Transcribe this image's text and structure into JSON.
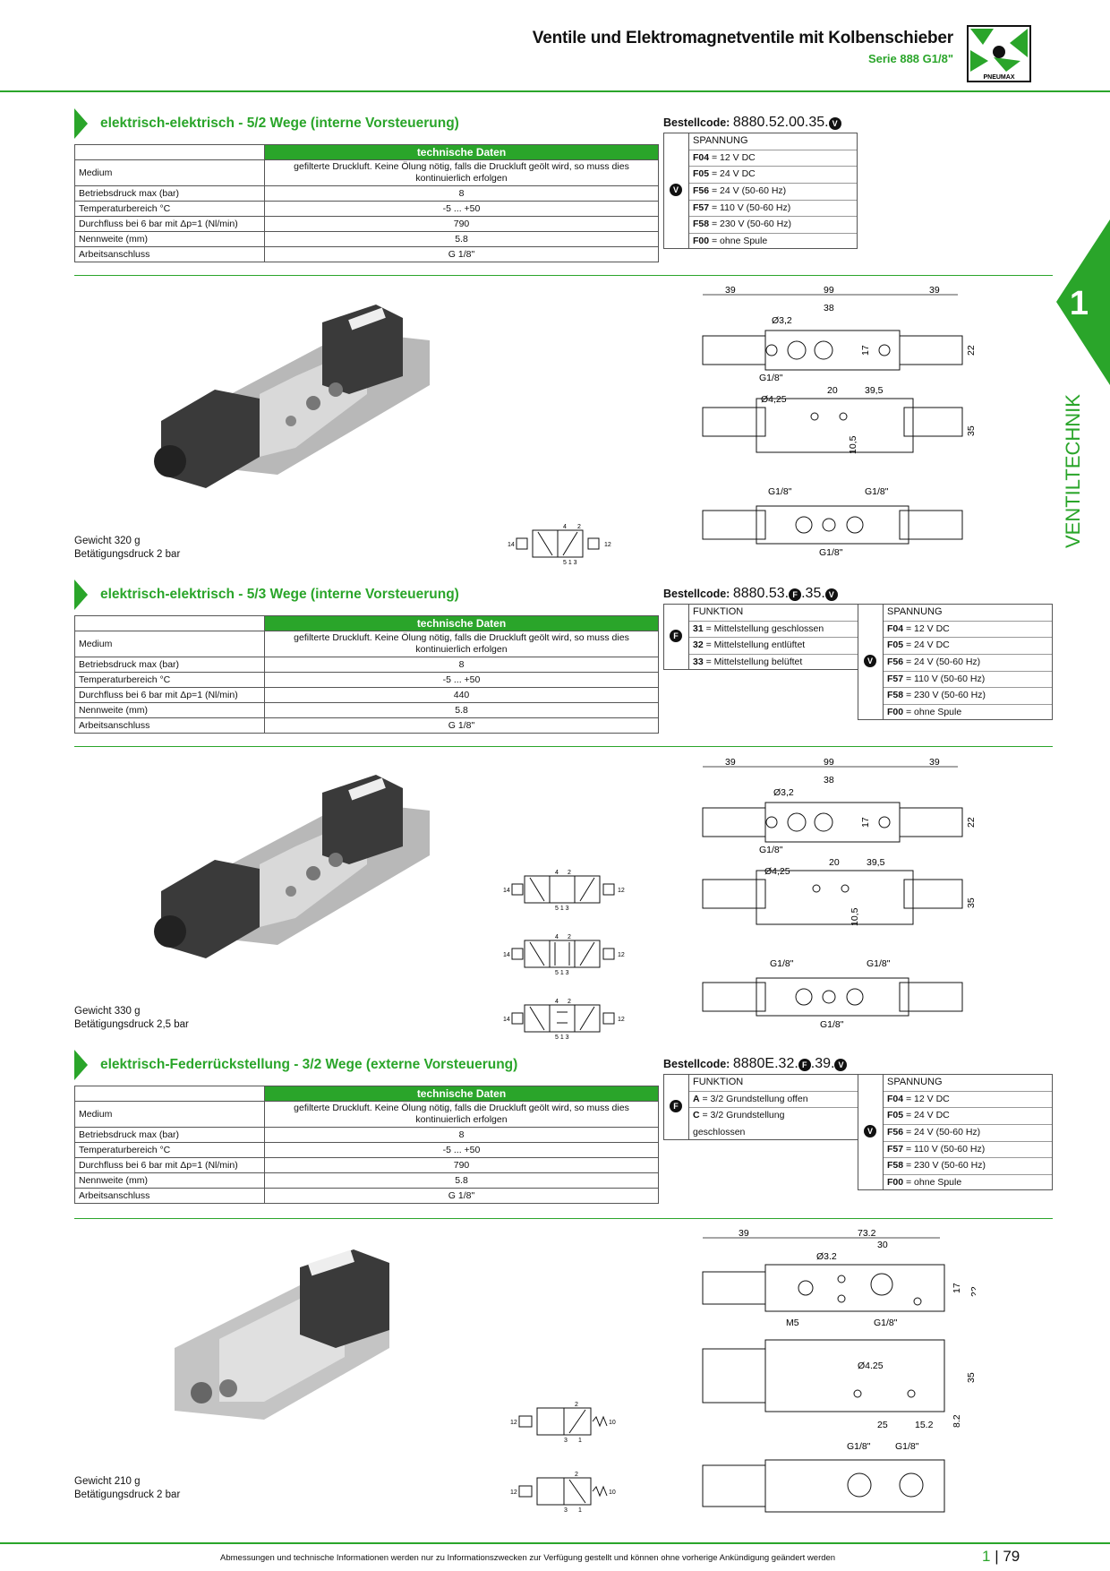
{
  "header": {
    "title": "Ventile und Elektromagnetventile mit Kolbenschieber",
    "subtitle": "Serie 888 G1/8\"",
    "logo_text": "PNEUMAX"
  },
  "tab": {
    "number": "1",
    "label": "VENTILTECHNIK"
  },
  "tech_header": "technische Daten",
  "sections": [
    {
      "title": "elektrisch-elektrisch - 5/2 Wege (interne Vorsteuerung)",
      "order_label": "Bestellcode:",
      "order_code": "8880.52.00.35.",
      "order_marks": [
        "V"
      ],
      "rows": [
        {
          "label": "Medium",
          "value": "gefilterte Druckluft. Keine Ölung nötig, falls die Druckluft geölt wird, so muss dies kontinuierlich erfolgen"
        },
        {
          "label": "Betriebsdruck max (bar)",
          "value": "8"
        },
        {
          "label": "Temperaturbereich °C",
          "value": "-5 ... +50"
        },
        {
          "label": "Durchfluss bei 6 bar mit Δp=1 (Nl/min)",
          "value": "790"
        },
        {
          "label": "Nennweite (mm)",
          "value": "5.8"
        },
        {
          "label": "Arbeitsanschluss",
          "value": "G 1/8\""
        }
      ],
      "weight": "Gewicht 320 g",
      "pressure": "Betätigungsdruck 2 bar"
    },
    {
      "title": "elektrisch-elektrisch - 5/3 Wege (interne Vorsteuerung)",
      "order_label": "Bestellcode:",
      "order_code_a": "8880.53.",
      "order_code_b": ".35.",
      "rows": [
        {
          "label": "Medium",
          "value": "gefilterte Druckluft. Keine Ölung nötig, falls die Druckluft geölt wird, so muss dies kontinuierlich erfolgen"
        },
        {
          "label": "Betriebsdruck max (bar)",
          "value": "8"
        },
        {
          "label": "Temperaturbereich °C",
          "value": "-5 ... +50"
        },
        {
          "label": "Durchfluss bei 6 bar mit Δp=1 (Nl/min)",
          "value": "440"
        },
        {
          "label": "Nennweite (mm)",
          "value": "5.8"
        },
        {
          "label": "Arbeitsanschluss",
          "value": "G 1/8\""
        }
      ],
      "funktion": [
        {
          "code": "31",
          "text": " = Mittelstellung geschlossen"
        },
        {
          "code": "32",
          "text": " = Mittelstellung entlüftet"
        },
        {
          "code": "33",
          "text": " = Mittelstellung belüftet"
        }
      ],
      "weight": "Gewicht 330 g",
      "pressure": "Betätigungsdruck 2,5 bar"
    },
    {
      "title": "elektrisch-Federrückstellung - 3/2 Wege (externe Vorsteuerung)",
      "order_label": "Bestellcode:",
      "order_code_a": "8880E.32.",
      "order_code_b": ".39.",
      "rows": [
        {
          "label": "Medium",
          "value": "gefilterte Druckluft. Keine Ölung nötig, falls die Druckluft geölt wird, so muss dies kontinuierlich erfolgen"
        },
        {
          "label": "Betriebsdruck max (bar)",
          "value": "8"
        },
        {
          "label": "Temperaturbereich °C",
          "value": "-5 ... +50"
        },
        {
          "label": "Durchfluss bei 6 bar mit Δp=1 (Nl/min)",
          "value": "790"
        },
        {
          "label": "Nennweite (mm)",
          "value": "5.8"
        },
        {
          "label": "Arbeitsanschluss",
          "value": "G 1/8\""
        }
      ],
      "funktion": [
        {
          "code": "A",
          "text": " = 3/2 Grundstellung offen"
        },
        {
          "code": "C",
          "text": " = 3/2 Grundstellung"
        },
        {
          "code": "",
          "text": "geschlossen"
        }
      ],
      "weight": "Gewicht 210 g",
      "pressure": "Betätigungsdruck 2 bar"
    }
  ],
  "funktion_header": "FUNKTION",
  "spannung_header": "SPANNUNG",
  "spannung": [
    {
      "code": "F04",
      "text": " = 12 V DC"
    },
    {
      "code": "F05",
      "text": " = 24 V DC"
    },
    {
      "code": "F56",
      "text": " = 24 V (50-60 Hz)"
    },
    {
      "code": "F57",
      "text": " = 110 V (50-60 Hz)"
    },
    {
      "code": "F58",
      "text": " = 230 V (50-60 Hz)"
    },
    {
      "code": "F00",
      "text": " = ohne Spule"
    }
  ],
  "marks": {
    "V": "V",
    "F": "F"
  },
  "dims": {
    "d39": "39",
    "d99": "99",
    "d38": "38",
    "d32": "Ø3,2",
    "d32b": "Ø3.2",
    "d17": "17",
    "d22": "22",
    "g18": "G1/8\"",
    "d20": "20",
    "d395": "39,5",
    "d425": "Ø4,25",
    "d425b": "Ø4.25",
    "d105": "10,5",
    "d35": "35",
    "d732": "73.2",
    "d30": "30",
    "m5": "M5",
    "d25": "25",
    "d152": "15.2",
    "d82": "8.2"
  },
  "ports": {
    "p14": "14",
    "p12": "12",
    "p10": "10",
    "p4": "4",
    "p2": "2",
    "p513": "5 1 3",
    "p3": "3",
    "p1": "1"
  },
  "footer": {
    "text": "Abmessungen und technische Informationen werden nur zu Informationszwecken zur Verfügung gestellt und können ohne vorherige Ankündigung geändert werden",
    "chapter": "1",
    "page": "79"
  },
  "colors": {
    "accent": "#2aa52a"
  }
}
